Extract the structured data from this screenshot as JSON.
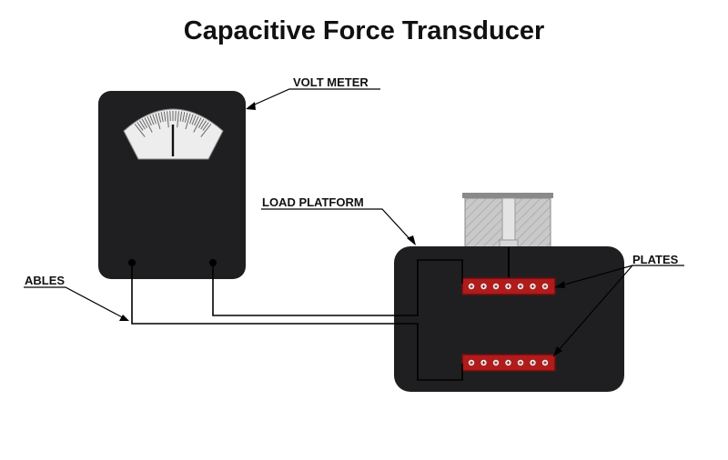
{
  "diagram": {
    "title": "Capacitive Force Transducer",
    "labels": {
      "volt_meter": "VOLT METER",
      "load_platform": "LOAD PLATFORM",
      "plates": "PLATES",
      "cables": "ABLES"
    },
    "colors": {
      "body": "#1f1f21",
      "plate": "#b01b1b",
      "plate_dark": "#6d0d0d",
      "dial_face": "#ededed",
      "load_block": "#c4c4c4"
    },
    "dial_ticks": 28
  }
}
